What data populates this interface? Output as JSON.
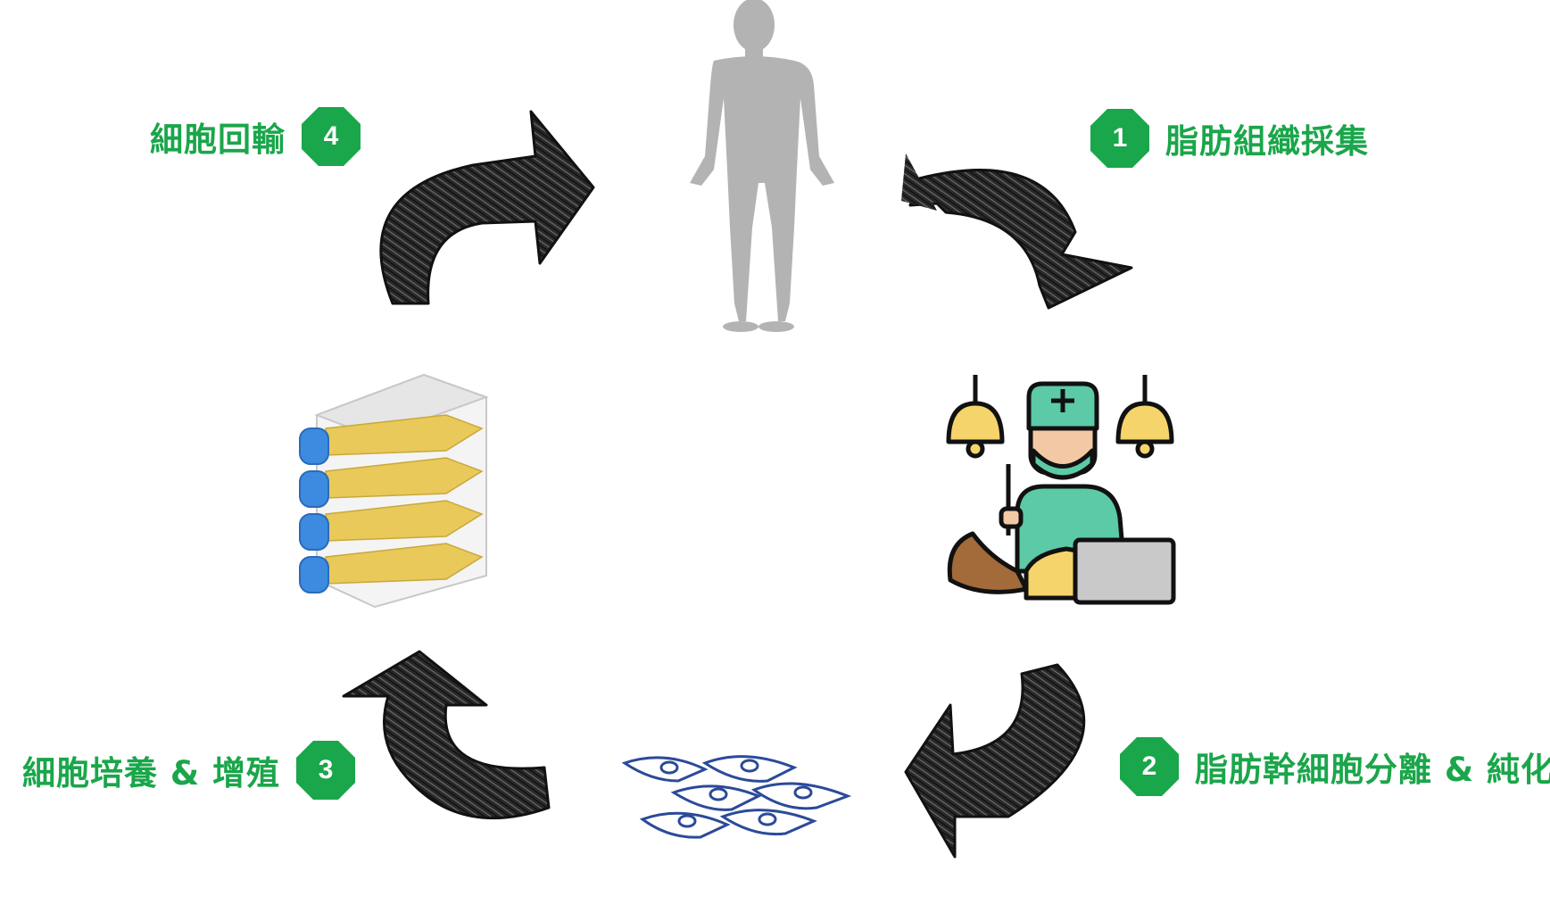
{
  "colors": {
    "accent_green": "#1aa64a",
    "arrow": "#1a1a1a",
    "body_gray": "#b3b3b3",
    "cell_blue": "#2b4a9a",
    "flask_medium": "#e8c95a",
    "flask_cap": "#3c8be0",
    "surgeon_teal": "#5cc9a7"
  },
  "steps": [
    {
      "number": "1",
      "label": "脂肪組織採集"
    },
    {
      "number": "2",
      "label": "脂肪幹細胞分離 & 純化"
    },
    {
      "number": "3",
      "label": "細胞培養 & 增殖"
    },
    {
      "number": "4",
      "label": "細胞回輸"
    }
  ],
  "icons": {
    "patient": "human-silhouette-icon",
    "surgery": "surgeon-operating-icon",
    "cells": "stem-cells-icon",
    "culture": "stacked-culture-flasks-icon",
    "arrows": "curved-arrow-icon"
  }
}
